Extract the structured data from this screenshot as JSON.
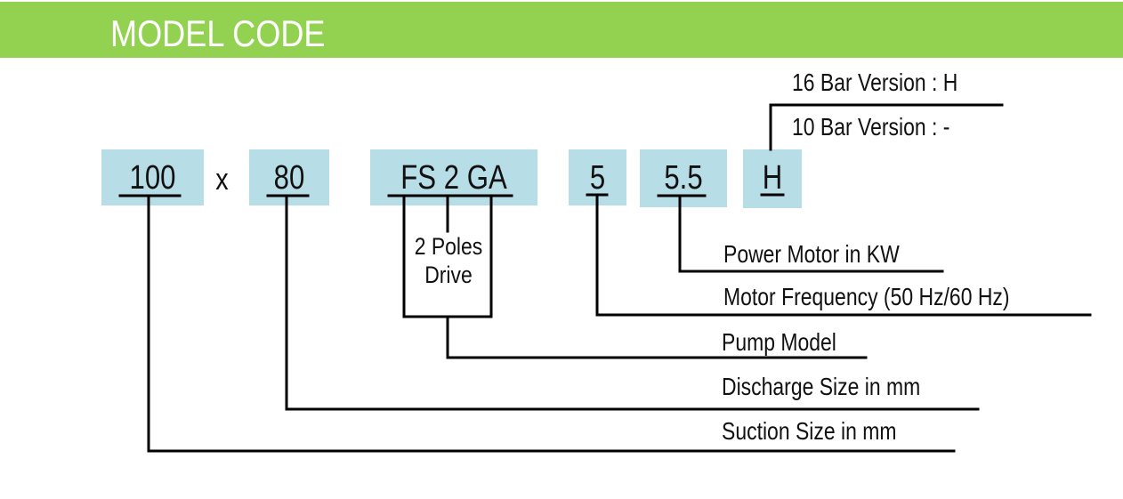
{
  "header": {
    "title": "MODEL CODE",
    "background_color": "#93d251",
    "text_color": "#ffffff"
  },
  "code_segments": [
    {
      "id": "suction",
      "value": "100"
    },
    {
      "id": "discharge",
      "value": "80"
    },
    {
      "id": "pump_model",
      "value": "FS 2 GA"
    },
    {
      "id": "frequency",
      "value": "5"
    },
    {
      "id": "power",
      "value": "5.5"
    },
    {
      "id": "pressure",
      "value": "H"
    }
  ],
  "separator": "x",
  "box_color": "#b7dde6",
  "sub_note": {
    "line1": "2 Poles",
    "line2": "Drive"
  },
  "pressure_options": [
    {
      "label": "16 Bar Version : H"
    },
    {
      "label": "10 Bar Version : -"
    }
  ],
  "descriptions": {
    "power": "Power Motor in KW",
    "frequency": "Motor Frequency (50 Hz/60 Hz)",
    "pump_model": "Pump Model",
    "discharge": "Discharge Size in mm",
    "suction": "Suction Size in mm"
  }
}
